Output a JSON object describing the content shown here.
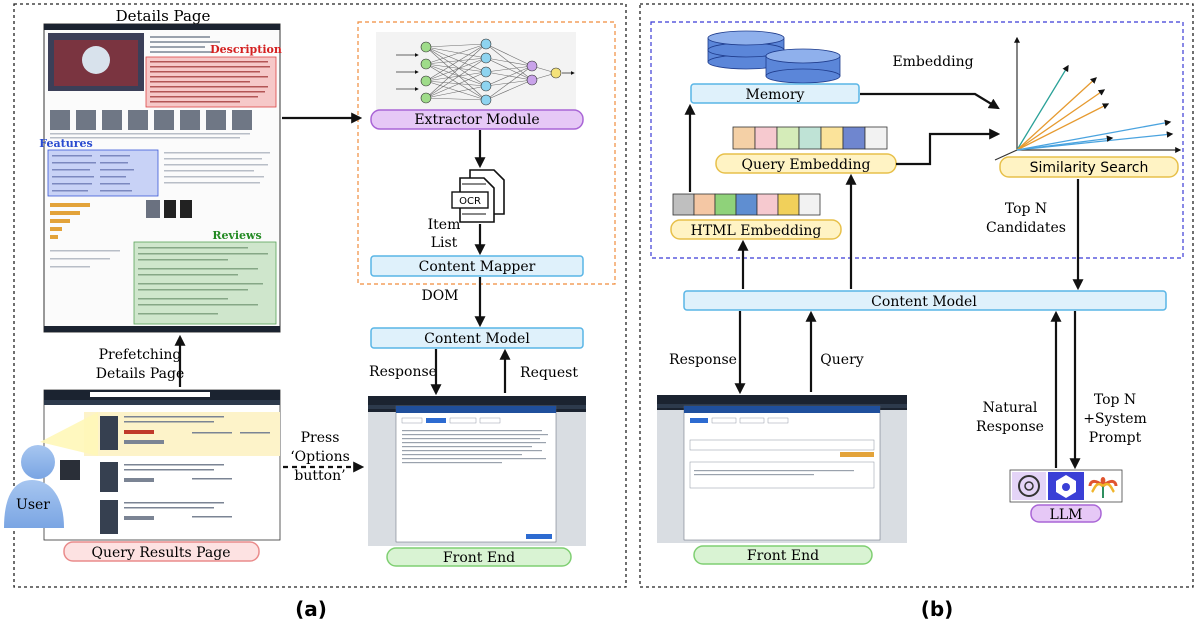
{
  "panel_a": {
    "caption": "(a)",
    "details_page_title": "Details Page",
    "description_label": "Description",
    "features_label": "Features",
    "reviews_label": "Reviews",
    "extractor_module": "Extractor Module",
    "ocr_label": "OCR",
    "item_list_line1": "Item",
    "item_list_line2": "List",
    "content_mapper": "Content Mapper",
    "dom_label": "DOM",
    "content_model": "Content Model",
    "response_label": "Response",
    "request_label": "Request",
    "prefetch_line1": "Prefetching",
    "prefetch_line2": "Details Page",
    "press_line1": "Press",
    "press_line2": "‘Options",
    "press_line3": "button’",
    "user_label": "User",
    "query_results_page": "Query Results Page",
    "front_end": "Front End"
  },
  "panel_b": {
    "caption": "(b)",
    "memory": "Memory",
    "embedding_label": "Embedding",
    "query_embedding": "Query Embedding",
    "similarity_search": "Similarity Search",
    "html_embedding": "HTML Embedding",
    "top_n_line1": "Top N",
    "top_n_line2": "Candidates",
    "content_model": "Content Model",
    "response_label": "Response",
    "query_label": "Query",
    "natural_line1": "Natural",
    "natural_line2": "Response",
    "topn_sys_line1": "Top N",
    "topn_sys_line2": "+System",
    "topn_sys_line3": "Prompt",
    "front_end": "Front End",
    "llm": "LLM"
  },
  "colors": {
    "pill_blue_fill": "#dff1fb",
    "pill_blue_stroke": "#59b5e6",
    "pill_purple_fill": "#e6c8f6",
    "pill_purple_stroke": "#a965d6",
    "pill_yellow_fill": "#fff3c4",
    "pill_yellow_stroke": "#e7c04a",
    "pill_green_fill": "#d9f3d3",
    "pill_green_stroke": "#7fcf72",
    "pill_pink_fill": "#fde2e2",
    "pill_pink_stroke": "#ea8b8b",
    "extractor_dash": "#f08c3c",
    "rag_dash": "#3b3bd6"
  }
}
